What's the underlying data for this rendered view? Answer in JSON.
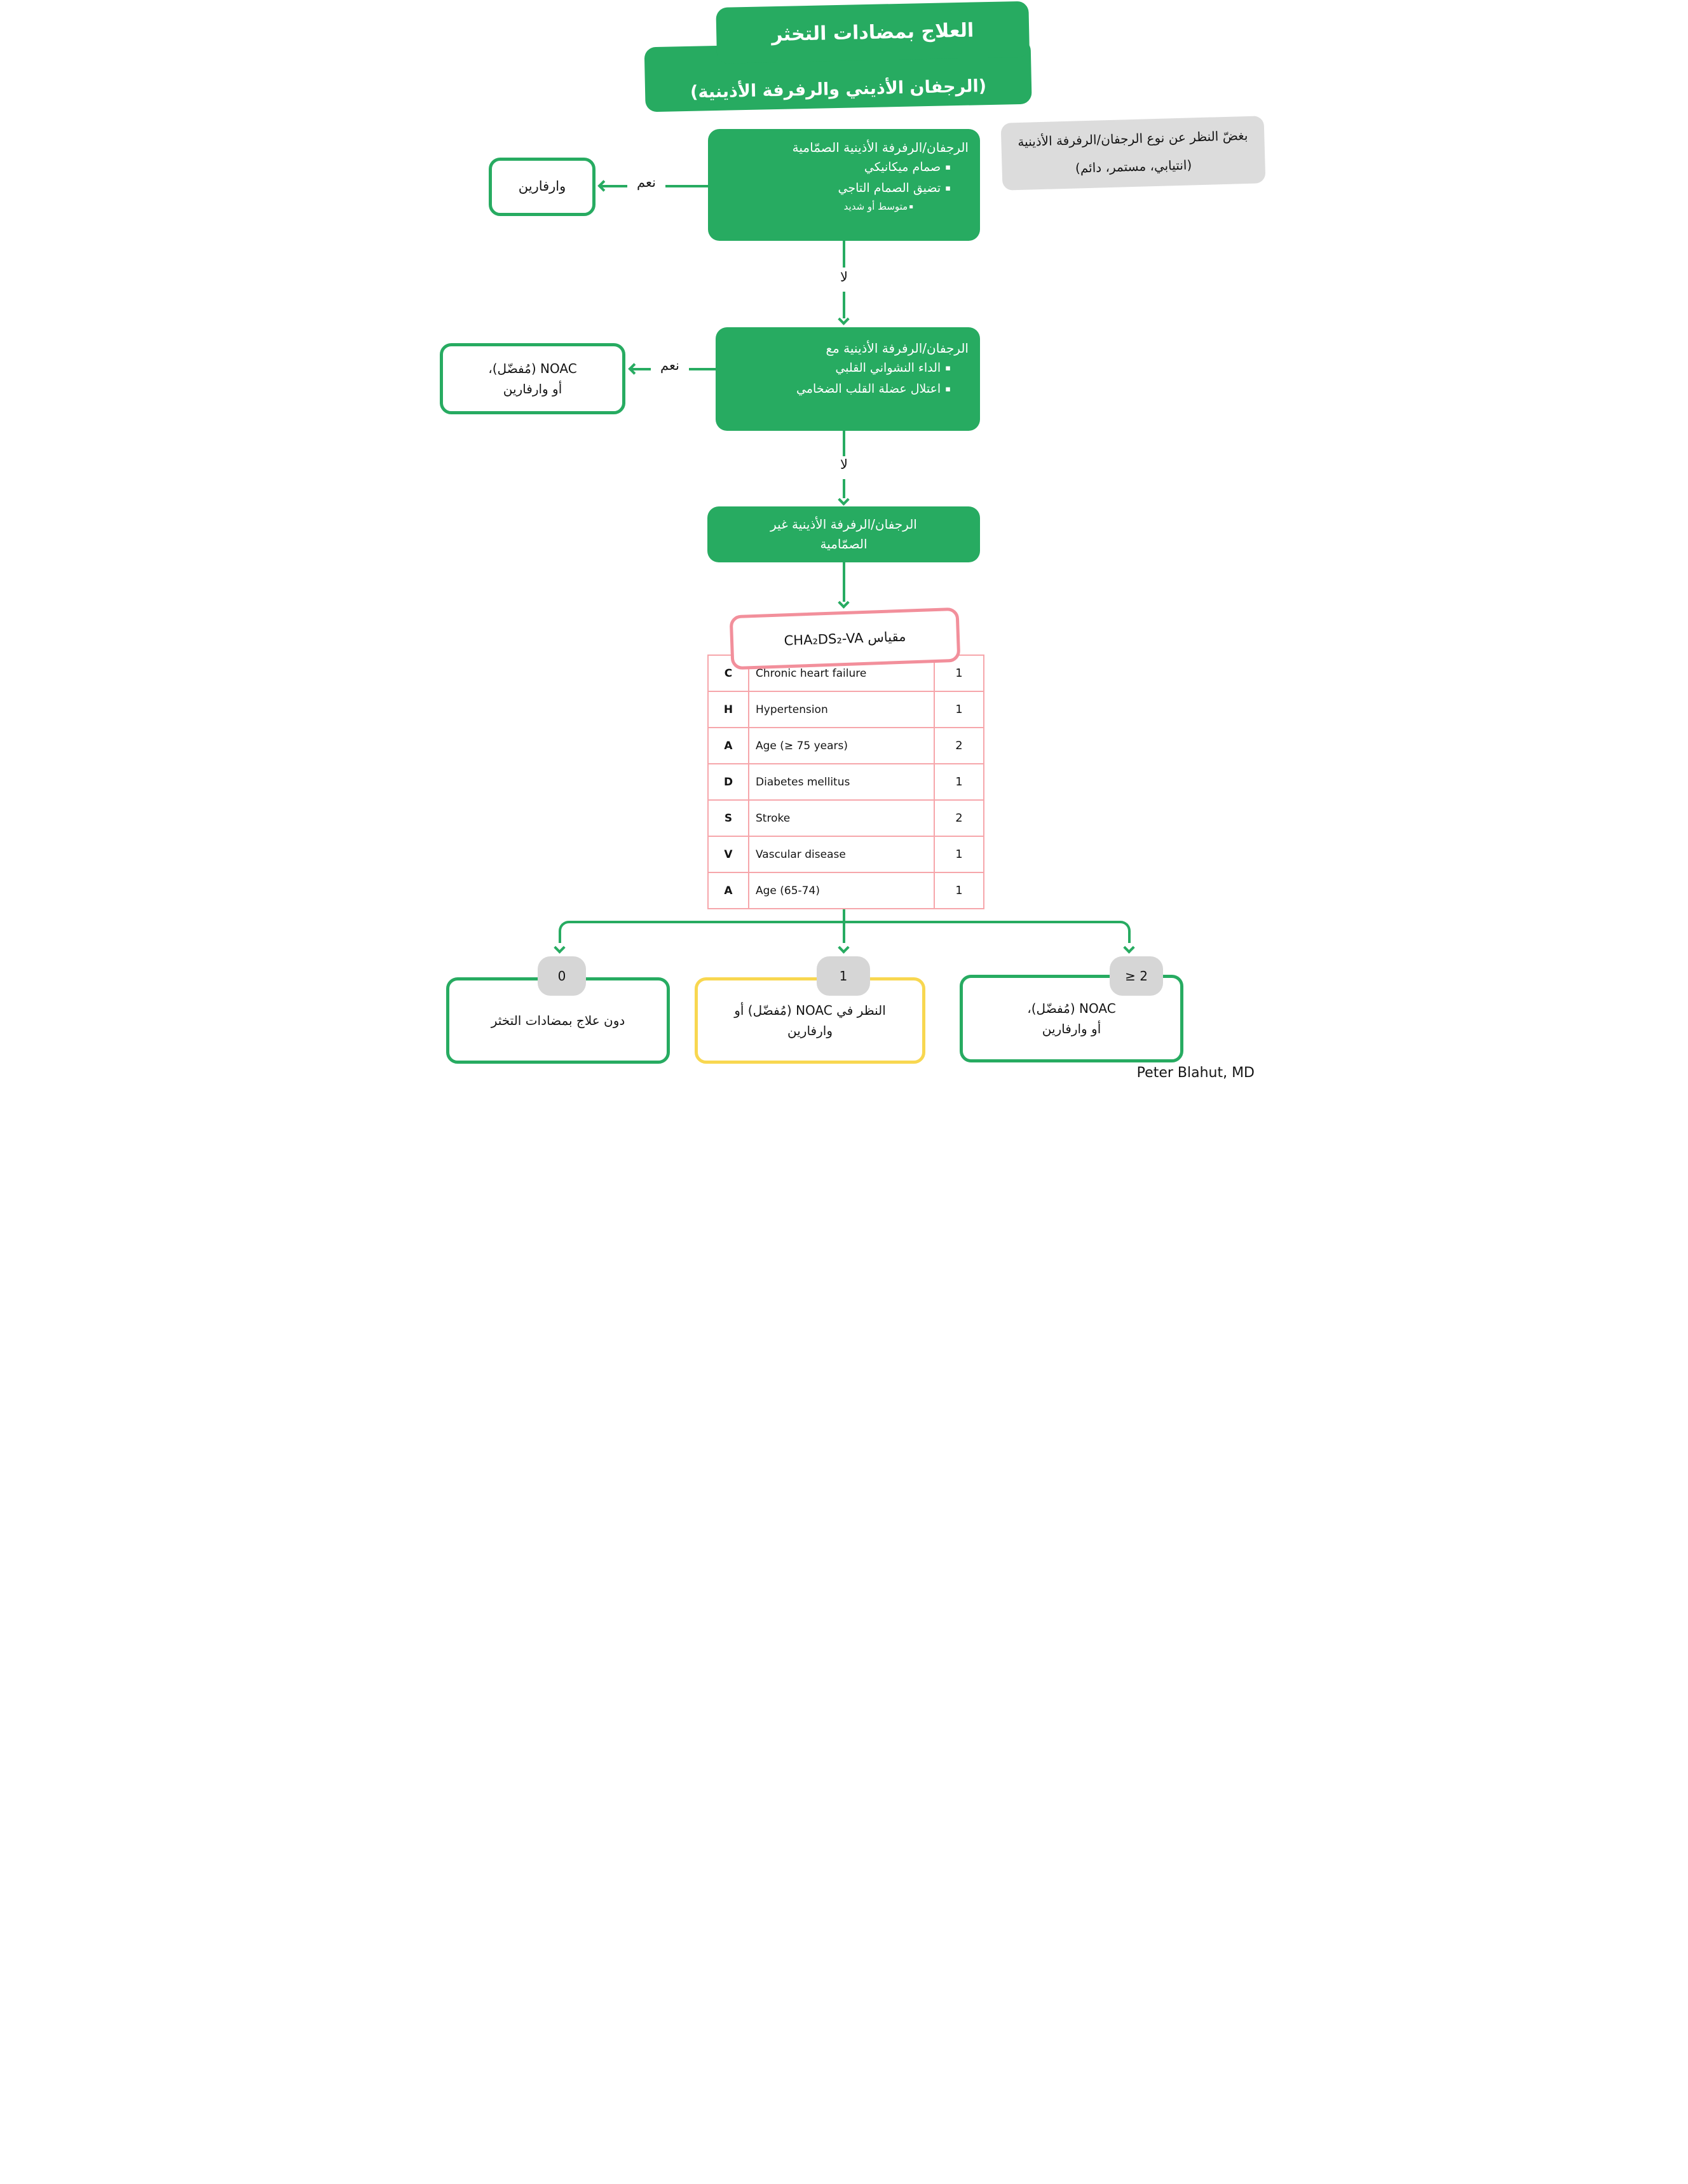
{
  "title": {
    "line1": "العلاج بمضادات التخثر",
    "line2": "(الرجفان الأذيني والرفرفة الأذينية)"
  },
  "note": {
    "text": "بغضّ النظر عن نوع الرجفان/الرفرفة الأذينية (انتيابي، مستمر، دائم)"
  },
  "labels": {
    "yes": "نعم",
    "no": "لا"
  },
  "glyphs": {
    "bullet": "▪"
  },
  "nodes": {
    "valvular": {
      "heading": "الرجفان/الرفرفة الأذينية الصمّامية",
      "bullets": [
        "صمام ميكانيكي",
        "تضيق الصمام التاجي"
      ],
      "sub_bullet": "متوسط أو شديد"
    },
    "warfarin": {
      "text": "وارفارين"
    },
    "with_conditions": {
      "heading": "الرجفان/الرفرفة الأذينية مع",
      "bullets": [
        "الداء النشواني القلبي",
        "اعتلال عضلة القلب الضخامي"
      ]
    },
    "noac": {
      "line1": "NOAC (مُفضّل)،",
      "line2": "أو وارفارين"
    },
    "non_valvular": {
      "line1": "الرجفان/الرفرفة الأذينية غير",
      "line2": "الصمّامية"
    }
  },
  "score_box": {
    "title": "مقياس CHA₂DS₂-VA"
  },
  "score_table": {
    "rows": [
      [
        "C",
        "Chronic heart failure",
        "1"
      ],
      [
        "H",
        "Hypertension",
        "1"
      ],
      [
        "A",
        "Age (≥ 75 years)",
        "2"
      ],
      [
        "D",
        "Diabetes mellitus",
        "1"
      ],
      [
        "S",
        "Stroke",
        "2"
      ],
      [
        "V",
        "Vascular disease",
        "1"
      ],
      [
        "A",
        "Age (65-74)",
        "1"
      ]
    ]
  },
  "outcomes": [
    {
      "badge": "0",
      "text": "دون علاج بمضادات التخثر"
    },
    {
      "badge": "1",
      "line1": "النظر في NOAC (مُفضّل) أو",
      "line2": "وارفارين"
    },
    {
      "badge": "≥ 2",
      "line1": "NOAC (مُفضّل)،",
      "line2": "أو وارفارين"
    }
  ],
  "credit": "Peter Blahut, MD",
  "colors": {
    "green": "#27ab61",
    "pink_border": "#f28f9b",
    "table_line": "#f6a6ab",
    "yellow": "#f8d750",
    "badge_gray": "#d6d6d6",
    "note_gray": "#dcdcdc"
  }
}
